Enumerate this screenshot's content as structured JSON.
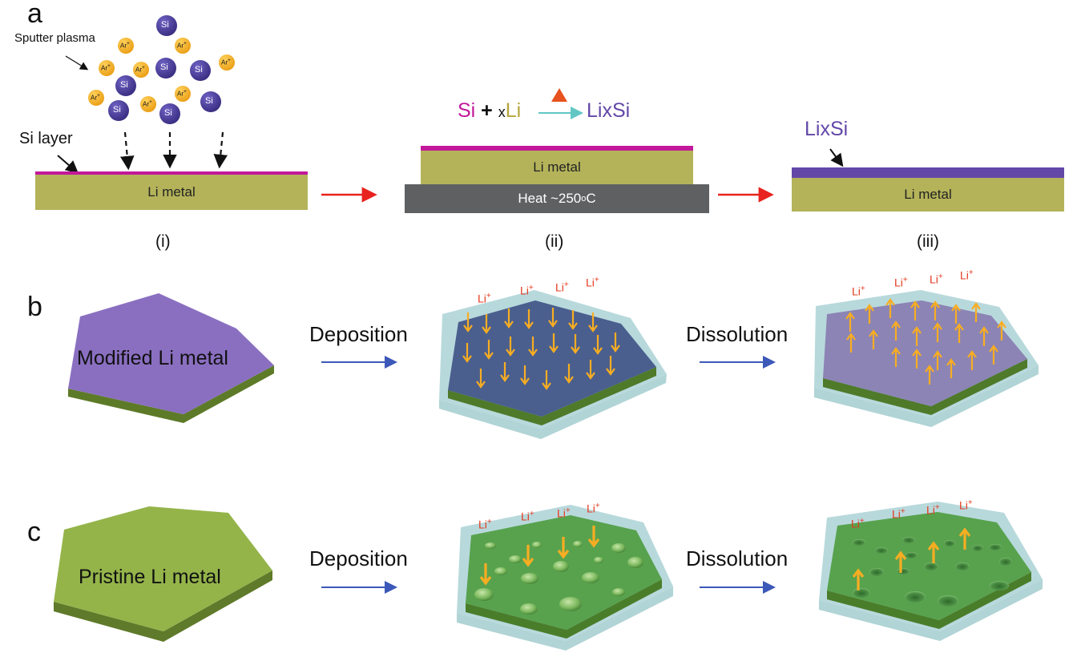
{
  "colors": {
    "li_metal": "#b4b35a",
    "si_layer": "#c2189a",
    "lixsi": "#6348a8",
    "heater": "#5f6062",
    "red_arrow": "#e8231f",
    "blue_arrow": "#3c58b8",
    "flux_arrow": "#f8ad22",
    "ion_text": "#e53a1f",
    "argon_ion": "#f4b223",
    "si_atom": "#42358f",
    "pristine_top": "#94b44a",
    "pristine_side": "#5f7a2a",
    "electrolyte": "#b8d9dc",
    "deposit_top": "#58a24e"
  },
  "panel_a": {
    "label": "a",
    "sputter_label": "Sputter plasma",
    "si_layer_label": "Si layer",
    "argon_label": "Ar",
    "argon_charge": "+",
    "si_atom_label": "Si",
    "step_i": {
      "substrate": "Li metal",
      "caption": "(i)"
    },
    "step_ii": {
      "equation_si": "Si",
      "equation_plus": " + ",
      "equation_x": "x",
      "equation_li": "Li",
      "equation_product": "LixSi",
      "substrate": "Li metal",
      "heater": "Heat ~250",
      "heater_degree": "o",
      "heater_unit": "C",
      "caption": "(ii)"
    },
    "step_iii": {
      "layer_label": "LixSi",
      "substrate": "Li metal",
      "caption": "(iii)"
    }
  },
  "panel_b": {
    "label": "b",
    "start_label": "Modified Li metal",
    "deposition": "Deposition",
    "dissolution": "Dissolution",
    "ion": "Li",
    "ion_charge": "+"
  },
  "panel_c": {
    "label": "c",
    "start_label": "Pristine Li metal",
    "deposition": "Deposition",
    "dissolution": "Dissolution",
    "ion": "Li",
    "ion_charge": "+"
  }
}
